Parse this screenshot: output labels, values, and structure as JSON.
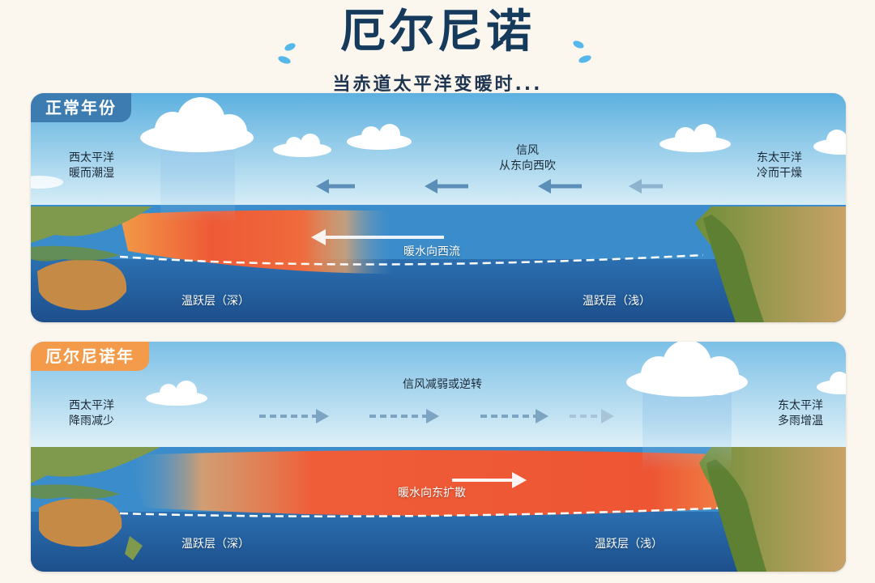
{
  "title": "厄尔尼诺",
  "subtitle": "当赤道太平洋变暖时...",
  "panel_normal": {
    "badge": "正常年份",
    "west_line1": "西太平洋",
    "west_line2": "暖而潮湿",
    "wind_line1": "信风",
    "wind_line2": "从东向西吹",
    "east_line1": "东太平洋",
    "east_line2": "冷而干燥",
    "current": "暖水向西流",
    "thermo_deep": "温跃层（深）",
    "thermo_shallow": "温跃层（浅）"
  },
  "panel_elnino": {
    "badge": "厄尔尼诺年",
    "west_line1": "西太平洋",
    "west_line2": "降雨减少",
    "wind": "信风减弱或逆转",
    "east_line1": "东太平洋",
    "east_line2": "多雨增温",
    "current": "暖水向东扩散",
    "thermo_deep": "温跃层（深）",
    "thermo_shallow": "温跃层（浅）"
  },
  "colors": {
    "title": "#163a5c",
    "badge_normal": "#3c7cb1",
    "badge_elnino": "#f39b4a",
    "warm_water": "#ef5a3a",
    "ocean": "#2d74b6"
  }
}
